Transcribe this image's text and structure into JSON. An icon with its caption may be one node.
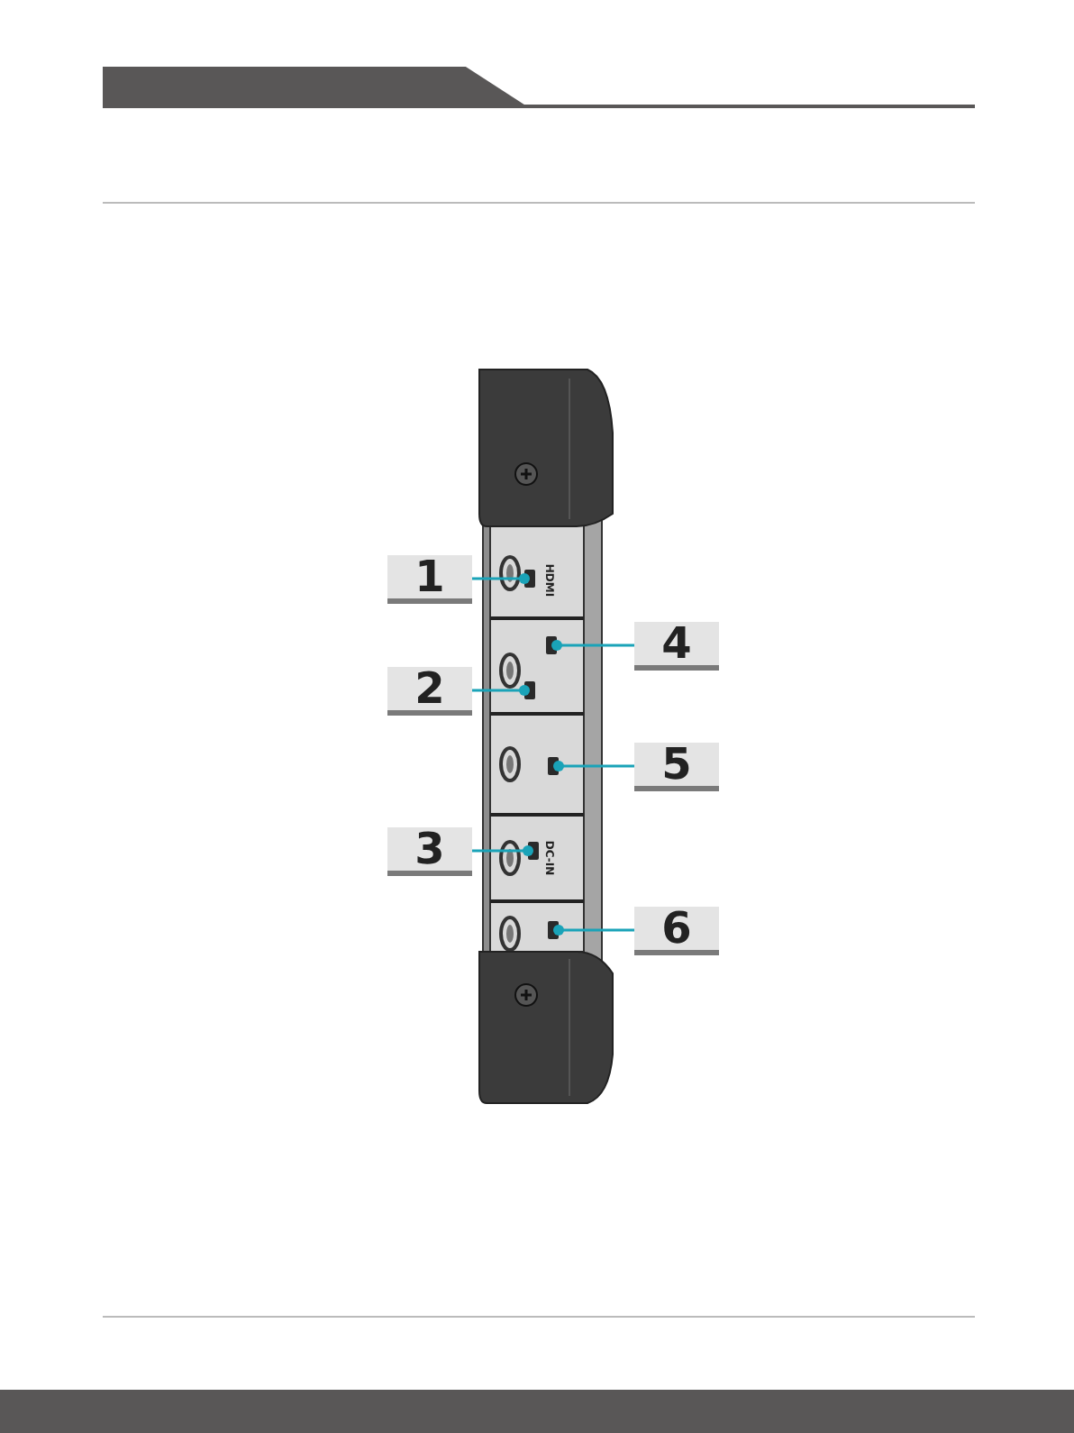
{
  "diagram": {
    "nodes": [
      {
        "text": [
          "1"
        ]
      },
      {
        "text": [
          "2"
        ]
      },
      {
        "text": [
          "3"
        ]
      },
      {
        "text": [
          "4"
        ]
      },
      {
        "text": [
          "5"
        ]
      },
      {
        "text": [
          "6"
        ]
      },
      {
        "text": [],
        "shape": "box"
      },
      {
        "text": [],
        "shape": "box"
      },
      {
        "text": [],
        "shape": "box"
      },
      {
        "text": [],
        "shape": "box"
      },
      {
        "text": [],
        "shape": "box"
      },
      {
        "text": [],
        "shape": "box"
      }
    ],
    "edges": [
      {
        "from": 0,
        "to": 6,
        "arrow": "other"
      },
      {
        "from": 1,
        "to": 7,
        "arrow": "other"
      },
      {
        "from": 2,
        "to": 8,
        "arrow": "other"
      },
      {
        "from": 3,
        "to": 9,
        "arrow": "other"
      },
      {
        "from": 4,
        "to": 10,
        "arrow": "other"
      },
      {
        "from": 5,
        "to": 11,
        "arrow": "other"
      }
    ],
    "labels": [
      "HDMI",
      "DC-IN"
    ]
  }
}
